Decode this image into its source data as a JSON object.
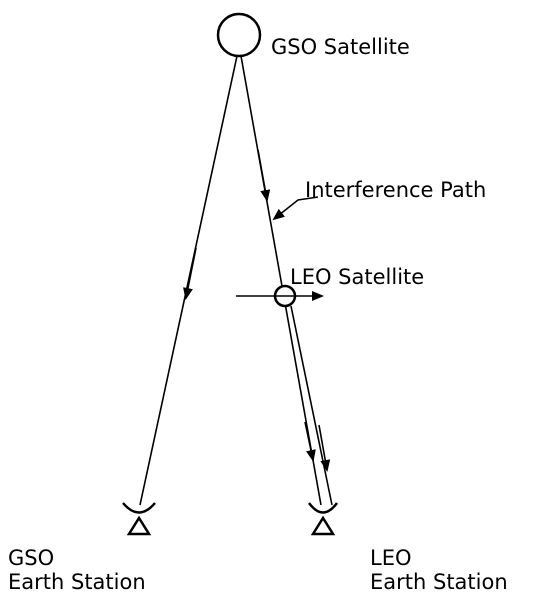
{
  "labels": {
    "gso_satellite": "GSO Satellite",
    "interference_path": "Interference Path",
    "leo_satellite": "LEO Satellite",
    "gso_earth_station_line1": "GSO",
    "gso_earth_station_line2": "Earth Station",
    "leo_earth_station_line1": "LEO",
    "leo_earth_station_line2": "Earth Station"
  },
  "colors": {
    "ink": "#000000",
    "background": "#ffffff"
  }
}
